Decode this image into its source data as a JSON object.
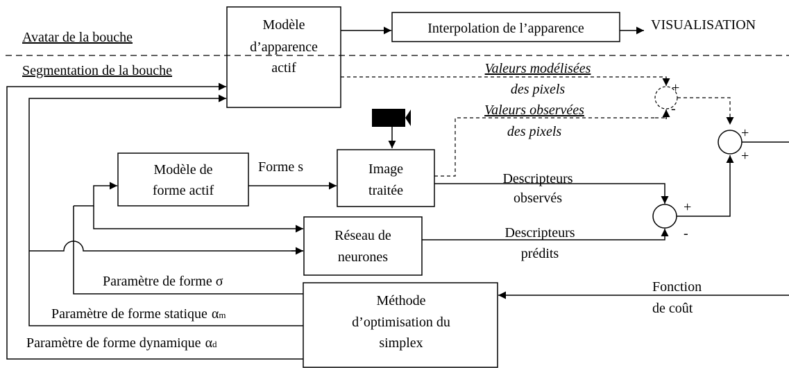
{
  "sections": {
    "avatar": "Avatar de la bouche",
    "segmentation": "Segmentation de la bouche"
  },
  "boxes": {
    "aam_line1": "Modèle",
    "aam_line2": "d’apparence",
    "aam_line3": "actif",
    "interpolation": "Interpolation de l’apparence",
    "asm_line1": "Modèle de",
    "asm_line2": "forme actif",
    "image_line1": "Image",
    "image_line2": "traitée",
    "nn_line1": "Réseau de",
    "nn_line2": "neurones",
    "simplex_line1": "Méthode",
    "simplex_line2": "d’optimisation du",
    "simplex_line3": "simplex"
  },
  "labels": {
    "visualisation": "VISUALISATION",
    "modeled_pixels_1": "Valeurs modélisées",
    "modeled_pixels_2": "des pixels",
    "observed_pixels_1": "Valeurs observées",
    "observed_pixels_2": "des pixels",
    "shape_s": "Forme s",
    "desc_obs_1": "Descripteurs",
    "desc_obs_2": "observés",
    "desc_pred_1": "Descripteurs",
    "desc_pred_2": "prédits",
    "param_sigma": "Paramètre de forme σ",
    "param_static": "Paramètre de forme statique",
    "param_static_sym": "α",
    "param_static_sub": "m",
    "param_dynamic": "Paramètre de forme dynamique",
    "param_dynamic_sym": "α",
    "param_dynamic_sub": "d",
    "cost_1": "Fonction",
    "cost_2": "de coût",
    "sign_plus_a": "+",
    "sign_minus_a": "-",
    "sign_plus_b": "+",
    "sign_plus_c": "+",
    "sign_plus_d": "+",
    "sign_minus_b": "-"
  }
}
